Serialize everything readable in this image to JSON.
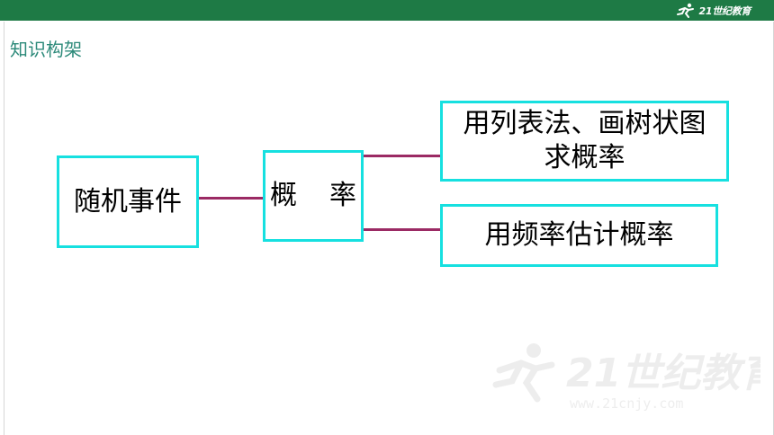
{
  "header": {
    "logo_text": "21世纪教育",
    "logo_icon": "runner-icon",
    "bar_color": "#1e7a45"
  },
  "section_title": "知识构架",
  "diagram": {
    "root": "随机事件",
    "middle": {
      "left": "概",
      "right": "率"
    },
    "branches": {
      "list_tree": {
        "line1": "用列表法、画树状图",
        "line2": "求概率"
      },
      "frequency": "用频率估计概率"
    },
    "box_border_color": "#16e0e0",
    "connector_color": "#9b2a64"
  },
  "watermark": {
    "brand": "21世纪教育",
    "url": "www.21cnjy.com",
    "icon": "runner-watermark-icon"
  }
}
